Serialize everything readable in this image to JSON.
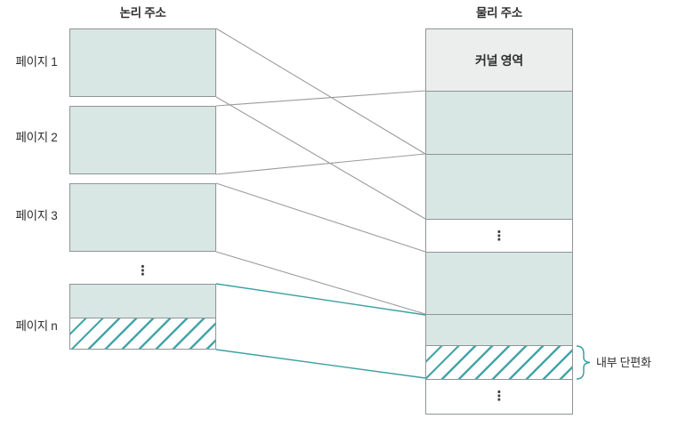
{
  "titles": {
    "logical": "논리 주소",
    "physical": "물리 주소"
  },
  "logical": {
    "pages": [
      {
        "label": "페이지 1"
      },
      {
        "label": "페이지 2"
      },
      {
        "label": "페이지 3"
      },
      {
        "label": "페이지 n"
      }
    ]
  },
  "physical": {
    "kernel_label": "커널 영역"
  },
  "annotations": {
    "internal_fragmentation": "내부 단편화"
  },
  "glyphs": {
    "vertical_ellipsis": "⋮"
  },
  "colors": {
    "page_fill": "#d9e7e4",
    "kernel_fill": "#eceeed",
    "box_border": "#8f9494",
    "connector_gray": "#9b9b9b",
    "accent_teal": "#3aa0a3",
    "text": "#2e2e2e",
    "background": "#ffffff"
  }
}
